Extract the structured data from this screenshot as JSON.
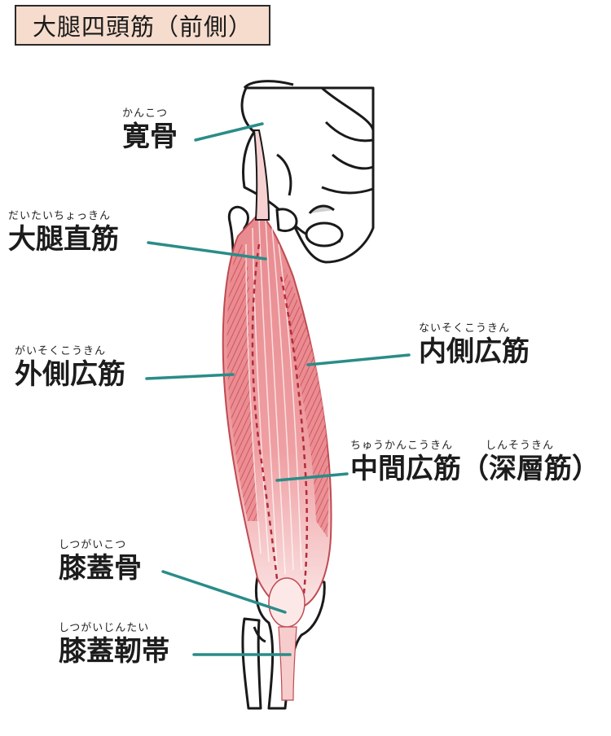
{
  "title": "大腿四頭筋（前側）",
  "colors": {
    "leader": "#2a8c88",
    "muscle": "#d9606a",
    "muscle_light": "#f4c4c4",
    "bone_outline": "#1a1a1a",
    "bone_fill": "#ffffff",
    "title_bg": "#f6dccd"
  },
  "labels": {
    "ilium": {
      "ruby": "かんこつ",
      "term": "寛骨"
    },
    "rectus": {
      "ruby": "だいたいちょっきん",
      "term": "大腿直筋"
    },
    "vastus_lat": {
      "ruby": "がいそくこうきん",
      "term": "外側広筋"
    },
    "vastus_med": {
      "ruby": "ないそくこうきん",
      "term": "内側広筋"
    },
    "vastus_int": {
      "ruby": "ちゅうかんこうきん",
      "ruby2": "しんそうきん",
      "term": "中間広筋（深層筋）"
    },
    "patella": {
      "ruby": "しつがいこつ",
      "term": "膝蓋骨"
    },
    "lig": {
      "ruby": "しつがいじんたい",
      "term": "膝蓋靭帯"
    }
  }
}
